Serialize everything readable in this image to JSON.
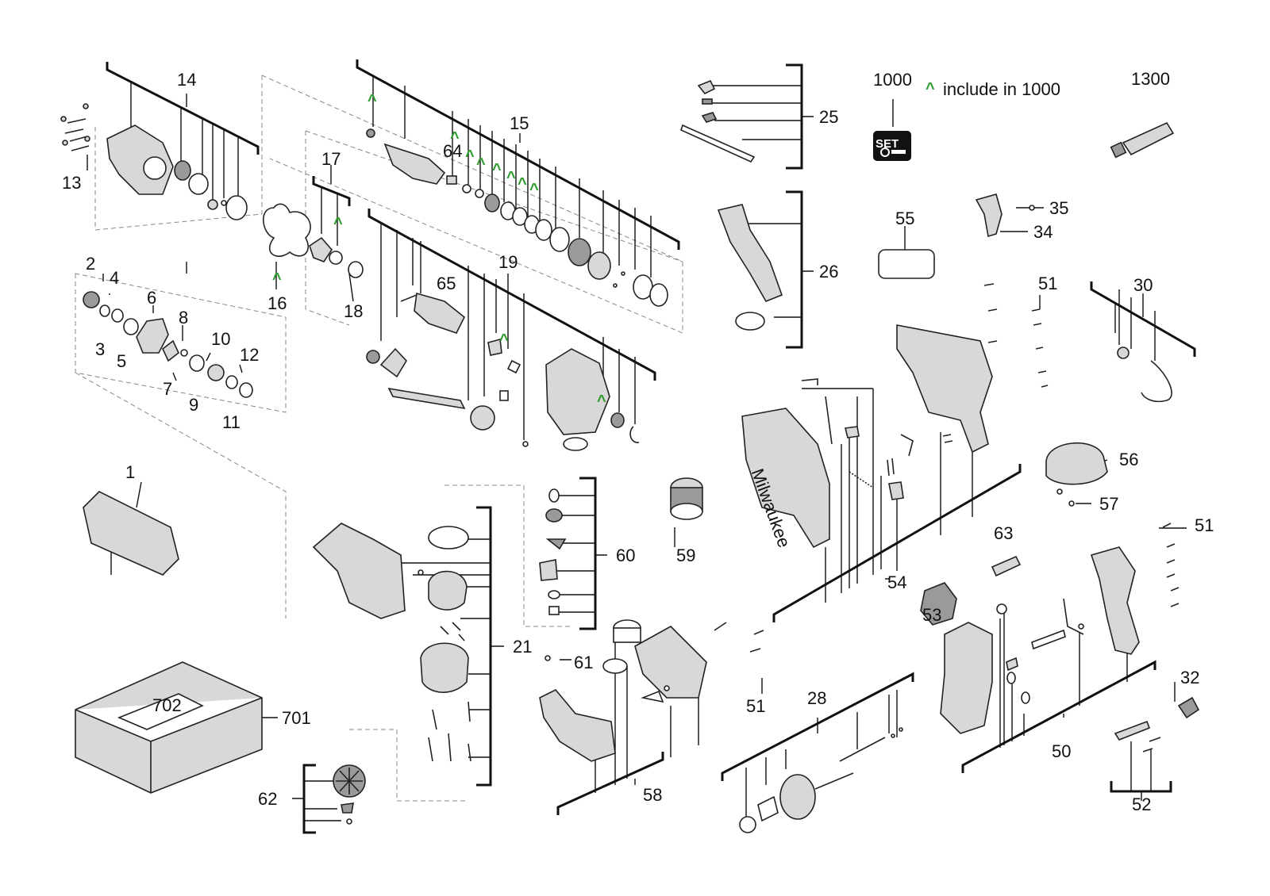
{
  "legend": {
    "set_label": "SET",
    "set_number": "1000",
    "caret": "^",
    "include_note": "include in 1000",
    "grease_number": "1300"
  },
  "callouts": [
    {
      "id": "c14",
      "text": "14"
    },
    {
      "id": "c13",
      "text": "13"
    },
    {
      "id": "c15",
      "text": "15"
    },
    {
      "id": "c64",
      "text": "64"
    },
    {
      "id": "c17",
      "text": "17"
    },
    {
      "id": "c16",
      "text": "16"
    },
    {
      "id": "c18",
      "text": "18"
    },
    {
      "id": "c2",
      "text": "2"
    },
    {
      "id": "c4",
      "text": "4"
    },
    {
      "id": "c6",
      "text": "6"
    },
    {
      "id": "c8",
      "text": "8"
    },
    {
      "id": "c10",
      "text": "10"
    },
    {
      "id": "c12",
      "text": "12"
    },
    {
      "id": "c3",
      "text": "3"
    },
    {
      "id": "c5",
      "text": "5"
    },
    {
      "id": "c7",
      "text": "7"
    },
    {
      "id": "c9",
      "text": "9"
    },
    {
      "id": "c11",
      "text": "11"
    },
    {
      "id": "c65",
      "text": "65"
    },
    {
      "id": "c19",
      "text": "19"
    },
    {
      "id": "c25",
      "text": "25"
    },
    {
      "id": "c26",
      "text": "26"
    },
    {
      "id": "c55",
      "text": "55"
    },
    {
      "id": "c35",
      "text": "35"
    },
    {
      "id": "c34",
      "text": "34"
    },
    {
      "id": "c51a",
      "text": "51"
    },
    {
      "id": "c30",
      "text": "30"
    },
    {
      "id": "c1",
      "text": "1"
    },
    {
      "id": "c60",
      "text": "60"
    },
    {
      "id": "c59",
      "text": "59"
    },
    {
      "id": "c56",
      "text": "56"
    },
    {
      "id": "c57",
      "text": "57"
    },
    {
      "id": "c54",
      "text": "54"
    },
    {
      "id": "c63",
      "text": "63"
    },
    {
      "id": "c51b",
      "text": "51"
    },
    {
      "id": "c53",
      "text": "53"
    },
    {
      "id": "c21",
      "text": "21"
    },
    {
      "id": "c61",
      "text": "61"
    },
    {
      "id": "c51c",
      "text": "51"
    },
    {
      "id": "c702",
      "text": "702"
    },
    {
      "id": "c701",
      "text": "701"
    },
    {
      "id": "c28",
      "text": "28"
    },
    {
      "id": "c50",
      "text": "50"
    },
    {
      "id": "c32",
      "text": "32"
    },
    {
      "id": "c62",
      "text": "62"
    },
    {
      "id": "c58",
      "text": "58"
    },
    {
      "id": "c52",
      "text": "52"
    }
  ],
  "brand_on_housing": "Milwaukee"
}
